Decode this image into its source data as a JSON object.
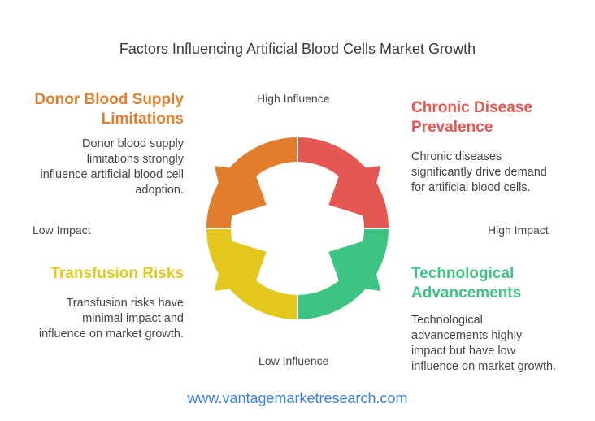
{
  "title": "Factors Influencing Artificial Blood Cells Market Growth",
  "axes": {
    "top": "High Influence",
    "bottom": "Low Influence",
    "left": "Low Impact",
    "right": "High Impact"
  },
  "quadrants": {
    "top_left": {
      "heading_line1": "Donor Blood Supply",
      "heading_line2": "Limitations",
      "desc_lines": [
        "Donor blood supply",
        "limitations strongly",
        "influence artificial blood cell",
        "adoption."
      ],
      "color": "#E07E2E"
    },
    "top_right": {
      "heading_line1": "Chronic Disease",
      "heading_line2": "Prevalence",
      "desc_lines": [
        "Chronic diseases",
        "significantly drive demand",
        "for artificial blood cells."
      ],
      "color": "#E55750"
    },
    "bottom_left": {
      "heading_line1": "Transfusion Risks",
      "desc_lines": [
        "Transfusion risks have",
        "minimal impact and",
        "influence on market growth."
      ],
      "color": "#E3C71C"
    },
    "bottom_right": {
      "heading_line1": "Technological",
      "heading_line2": "Advancements",
      "desc_lines": [
        "Technological",
        "advancements highly",
        "impact but have low",
        "influence on market growth."
      ],
      "color": "#3DC482"
    }
  },
  "footer": "www.vantagemarketresearch.com"
}
